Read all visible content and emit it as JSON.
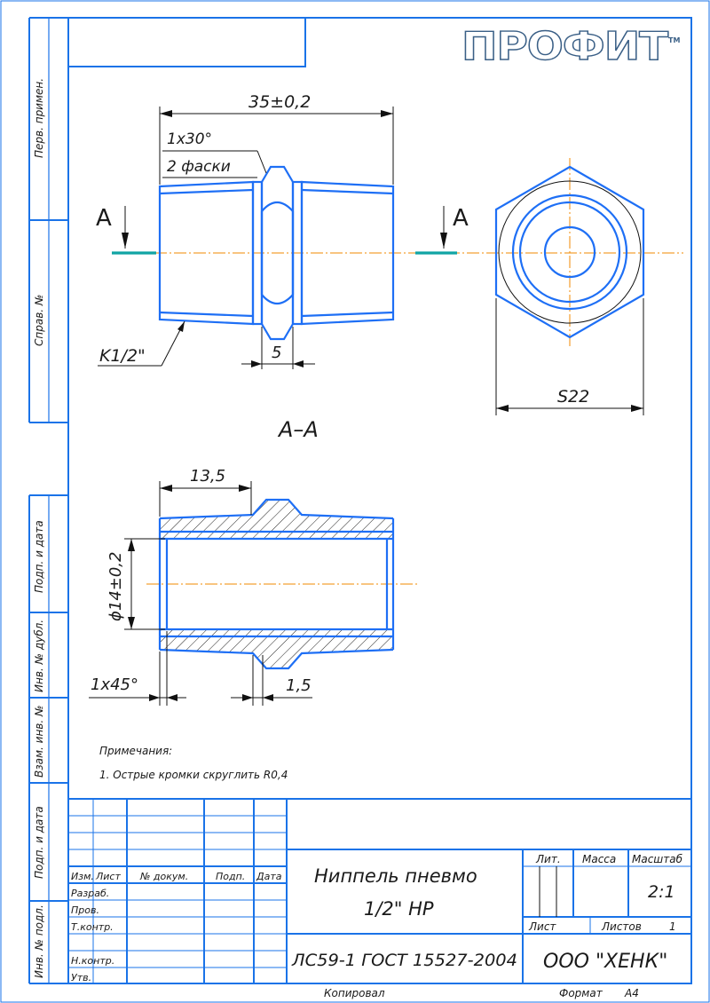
{
  "logo": {
    "text": "ПРОФИТ",
    "tm": "TM"
  },
  "side_labels": {
    "perv_primen": "Перв. примен.",
    "sprav_no": "Справ. №",
    "podp_data_1": "Подп. и дата",
    "inv_no_dubl": "Инв. № дубл.",
    "vzam_inv_no": "Взам. инв. №",
    "podp_data_2": "Подп. и дата",
    "inv_no_podl": "Инв. № подл."
  },
  "dimensions": {
    "length": "35±0,2",
    "chamfer_1": "1x30°",
    "chamfer_2": "2 фаски",
    "thread": "K1/2\"",
    "collar": "5",
    "hex": "S22",
    "section_hub": "13,5",
    "bore": "ϕ14±0,2",
    "chamfer_45": "1x45°",
    "groove": "1,5"
  },
  "section": {
    "mark_left": "A",
    "mark_right": "A",
    "title": "A–A"
  },
  "notes": {
    "heading": "Примечания:",
    "item_1": "1. Острые кромки скруглить R0,4"
  },
  "title_block": {
    "col_izm": "Изм.",
    "col_list": "Лист",
    "col_dokum": "№ докум.",
    "col_podp": "Подп.",
    "col_data": "Дата",
    "row_razrab": "Разраб.",
    "row_prov": "Пров.",
    "row_tkontr": "Т.контр.",
    "row_nkontr": "Н.контр.",
    "row_utv": "Утв.",
    "name_line1": "Ниппель пневмо",
    "name_line2": "1/2\" НР",
    "material": "ЛС59-1 ГОСТ 15527-2004",
    "lit_label": "Лит.",
    "mass_label": "Масса",
    "scale_label": "Масштаб",
    "scale_value": "2:1",
    "sheet_label": "Лист",
    "sheets_label": "Листов",
    "sheets_value": "1",
    "company": "ООО \"ХЕНК\""
  },
  "footer": {
    "copied": "Копировал",
    "format_label": "Формат",
    "format_value": "А4"
  },
  "colors": {
    "frame": "#1a73e8",
    "part": "#1e6ff5",
    "axis": "#f08a00",
    "section_cut": "#10a4a4"
  }
}
